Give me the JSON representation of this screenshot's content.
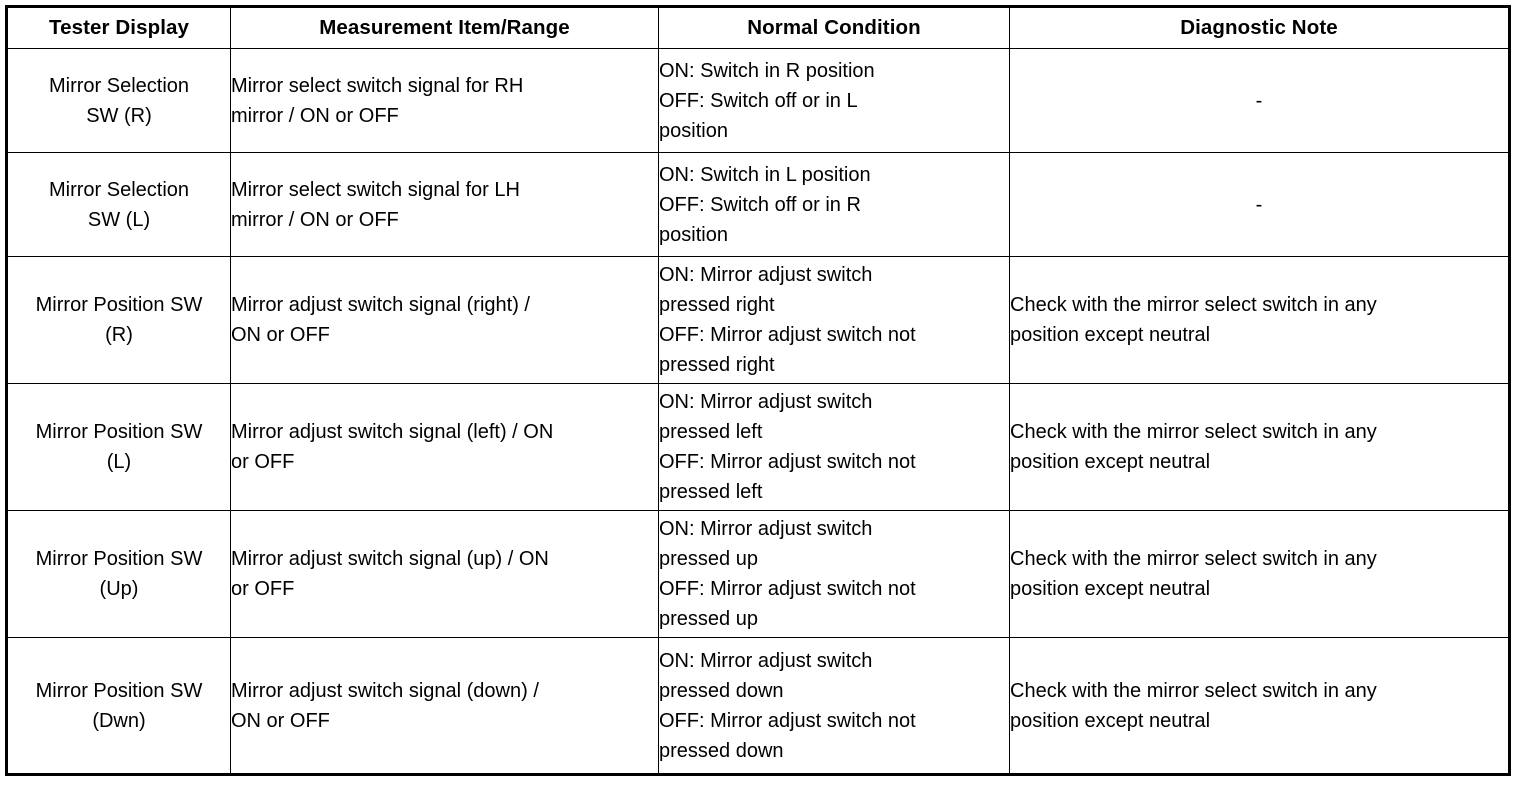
{
  "table": {
    "headers": [
      "Tester Display",
      "Measurement Item/Range",
      "Normal Condition",
      "Diagnostic Note"
    ],
    "rows": [
      {
        "display": "Mirror Selection\nSW (R)",
        "item": "Mirror select switch signal for RH\nmirror / ON or OFF",
        "condition": "ON: Switch in R position\nOFF: Switch off or in L\nposition",
        "note": "-"
      },
      {
        "display": "Mirror Selection\nSW (L)",
        "item": "Mirror select switch signal for LH\nmirror / ON or OFF",
        "condition": "ON: Switch in L position\nOFF: Switch off or in R\nposition",
        "note": "-"
      },
      {
        "display": "Mirror Position SW\n(R)",
        "item": "Mirror adjust switch signal (right) /\nON or OFF",
        "condition": "ON: Mirror adjust switch\npressed right\nOFF: Mirror adjust switch not\npressed right",
        "note": "Check with the mirror select switch in any\nposition except neutral"
      },
      {
        "display": "Mirror Position SW\n(L)",
        "item": "Mirror adjust switch signal (left) / ON\nor OFF",
        "condition": "ON: Mirror adjust switch\npressed left\nOFF: Mirror adjust switch not\npressed left",
        "note": "Check with the mirror select switch in any\nposition except neutral"
      },
      {
        "display": "Mirror Position SW\n(Up)",
        "item": "Mirror adjust switch signal (up) / ON\nor OFF",
        "condition": "ON: Mirror adjust switch\npressed up\nOFF: Mirror adjust switch not\npressed up",
        "note": "Check with the mirror select switch in any\nposition except neutral"
      },
      {
        "display": "Mirror Position SW\n(Dwn)",
        "item": "Mirror adjust switch signal (down) /\nON or OFF",
        "condition": "ON: Mirror adjust switch\npressed down\nOFF: Mirror adjust switch not\npressed down",
        "note": "Check with the mirror select switch in any\nposition except neutral"
      }
    ]
  },
  "colors": {
    "border": "#000000",
    "text": "#000000",
    "background": "#ffffff"
  }
}
